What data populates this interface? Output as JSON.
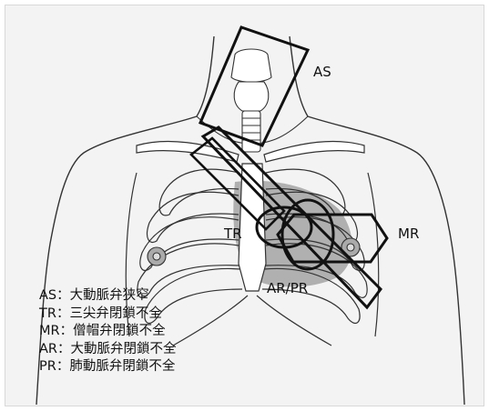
{
  "labels": {
    "as": "AS",
    "mr": "MR",
    "tr": "TR",
    "ar_pr": "AR/PR"
  },
  "legend": [
    {
      "abbr": "AS",
      "sep": "：",
      "desc": "大動脈弁狭窄"
    },
    {
      "abbr": "TR",
      "sep": "：",
      "desc": "三尖弁閉鎖不全"
    },
    {
      "abbr": "MR",
      "sep": "：",
      "desc": "僧帽弁閉鎖不全"
    },
    {
      "abbr": "AR",
      "sep": "：",
      "desc": "大動脈弁閉鎖不全"
    },
    {
      "abbr": "PR",
      "sep": "：",
      "desc": "肺動脈弁閉鎖不全"
    }
  ]
}
